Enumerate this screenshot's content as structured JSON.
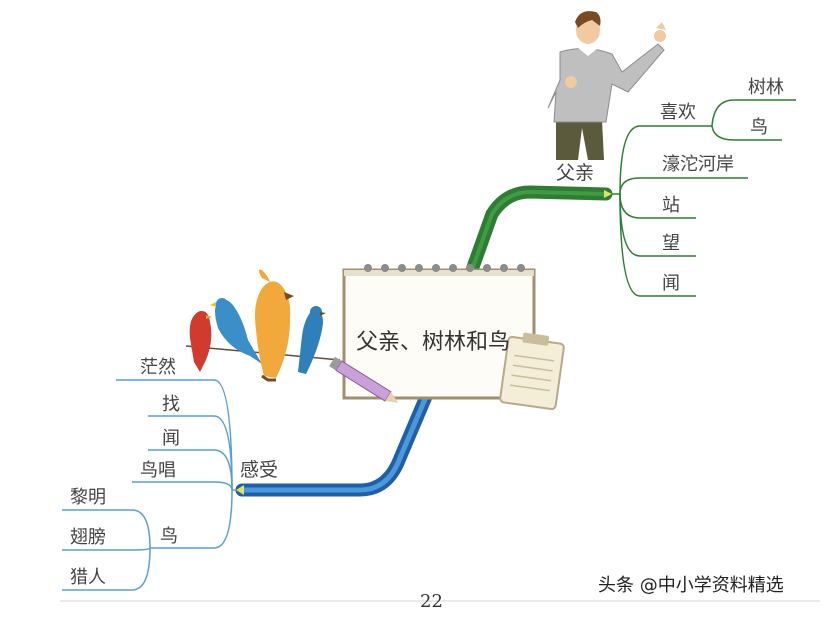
{
  "center": {
    "title": "父亲、树林和鸟"
  },
  "father_branch": {
    "label": "父亲",
    "color": "#2e7d32",
    "children": [
      {
        "label": "喜欢",
        "children": [
          "树林",
          "鸟"
        ]
      },
      {
        "label": "濠沱河岸"
      },
      {
        "label": "站"
      },
      {
        "label": "望"
      },
      {
        "label": "闻"
      }
    ]
  },
  "feeling_branch": {
    "label": "感受",
    "color": "#3f8fd8",
    "children": [
      {
        "label": "茫然"
      },
      {
        "label": "找"
      },
      {
        "label": "闻"
      },
      {
        "label": "鸟唱"
      },
      {
        "label": "鸟",
        "children": [
          "黎明",
          "翅膀",
          "猎人"
        ]
      }
    ]
  },
  "page_number": "22",
  "watermark": "头条 @中小学资料精选",
  "illustrations": [
    "man-pointing",
    "birds-on-wire",
    "notepad",
    "pencil",
    "clipboard"
  ]
}
